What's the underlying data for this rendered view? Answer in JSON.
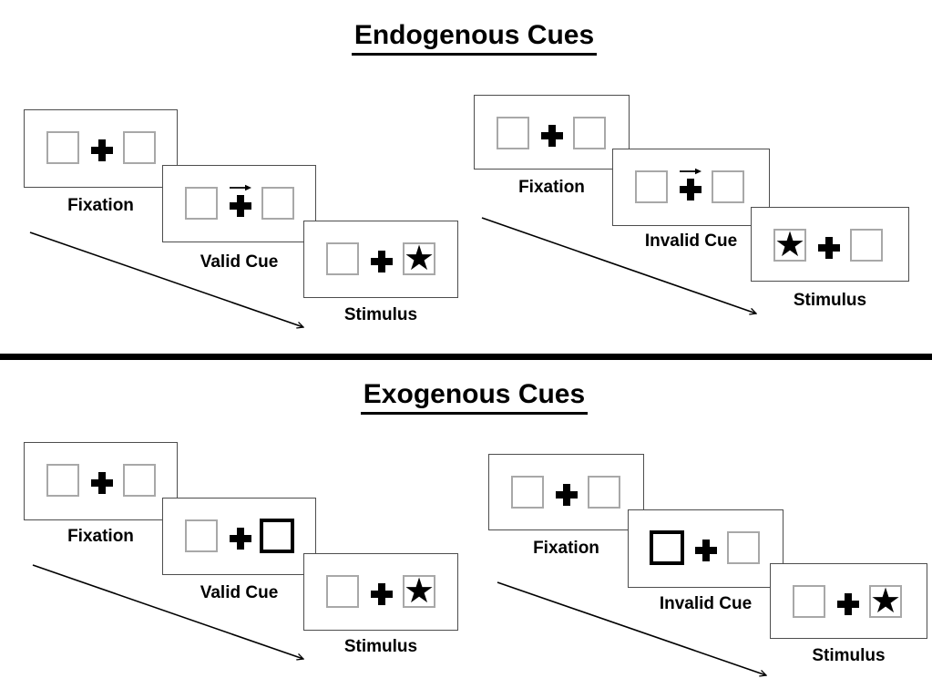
{
  "sections": [
    {
      "title": "Endogenous Cues",
      "panels": [
        {
          "name": "valid",
          "fixation_label": "Fixation",
          "cue_label": "Valid Cue",
          "stimulus_label": "Stimulus",
          "cue_type": "central-arrow",
          "cue_direction": "right",
          "target_side": "right"
        },
        {
          "name": "invalid",
          "fixation_label": "Fixation",
          "cue_label": "Invalid Cue",
          "stimulus_label": "Stimulus",
          "cue_type": "central-arrow",
          "cue_direction": "right",
          "target_side": "left"
        }
      ]
    },
    {
      "title": "Exogenous Cues",
      "panels": [
        {
          "name": "valid",
          "fixation_label": "Fixation",
          "cue_label": "Valid Cue",
          "stimulus_label": "Stimulus",
          "cue_type": "box-highlight",
          "cue_side": "right",
          "target_side": "right"
        },
        {
          "name": "invalid",
          "fixation_label": "Fixation",
          "cue_label": "Invalid Cue",
          "stimulus_label": "Stimulus",
          "cue_type": "box-highlight",
          "cue_side": "left",
          "target_side": "right"
        }
      ]
    }
  ],
  "glyphs": {
    "star": "★"
  },
  "colors": {
    "ink": "#000000",
    "card_border": "#4d4d4d",
    "placeholder_box_border": "#a8a8a8",
    "highlight_box_border": "#000000",
    "divider": "#000000",
    "background": "#ffffff"
  }
}
